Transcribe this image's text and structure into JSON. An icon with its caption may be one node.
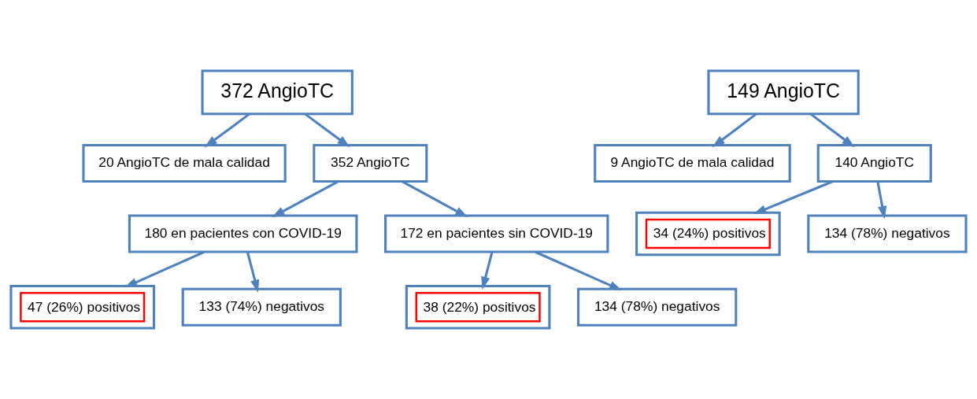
{
  "diagram": {
    "nodes": [
      {
        "text": [
          "372 AngioTC"
        ]
      },
      {
        "text": [
          "20 AngioTC de mala calidad"
        ]
      },
      {
        "text": [
          "352 AngioTC"
        ]
      },
      {
        "text": [
          "180 en pacientes con COVID-19"
        ]
      },
      {
        "text": [
          "172 en pacientes sin COVID-19"
        ]
      },
      {
        "text": [
          "47 (26%) positivos"
        ]
      },
      {
        "text": [
          "133 (74%) negativos"
        ]
      },
      {
        "text": [
          "38 (22%) positivos"
        ]
      },
      {
        "text": [
          "134 (78%) negativos"
        ]
      },
      {
        "text": [
          "149 AngioTC"
        ]
      },
      {
        "text": [
          "9 AngioTC de mala calidad"
        ]
      },
      {
        "text": [
          "140 AngioTC"
        ]
      },
      {
        "text": [
          "34 (24%) positivos"
        ]
      },
      {
        "text": [
          "134 (78%) negativos"
        ]
      }
    ],
    "edges": [
      {
        "from": 0,
        "to": 2,
        "arrow": "to"
      },
      {
        "from": 0,
        "to": 1,
        "arrow": "to"
      },
      {
        "from": 2,
        "to": 3,
        "arrow": "to"
      },
      {
        "from": 2,
        "to": 4,
        "arrow": "to"
      },
      {
        "from": 3,
        "to": 5,
        "arrow": "to"
      },
      {
        "from": 3,
        "to": 6,
        "arrow": "to"
      },
      {
        "from": 4,
        "to": 7,
        "arrow": "to"
      },
      {
        "from": 4,
        "to": 8,
        "arrow": "to"
      },
      {
        "from": 9,
        "to": 11,
        "arrow": "to"
      },
      {
        "from": 9,
        "to": 10,
        "arrow": "to"
      },
      {
        "from": 11,
        "to": 12,
        "arrow": "to"
      },
      {
        "from": 11,
        "to": 13,
        "arrow": "to"
      }
    ]
  }
}
